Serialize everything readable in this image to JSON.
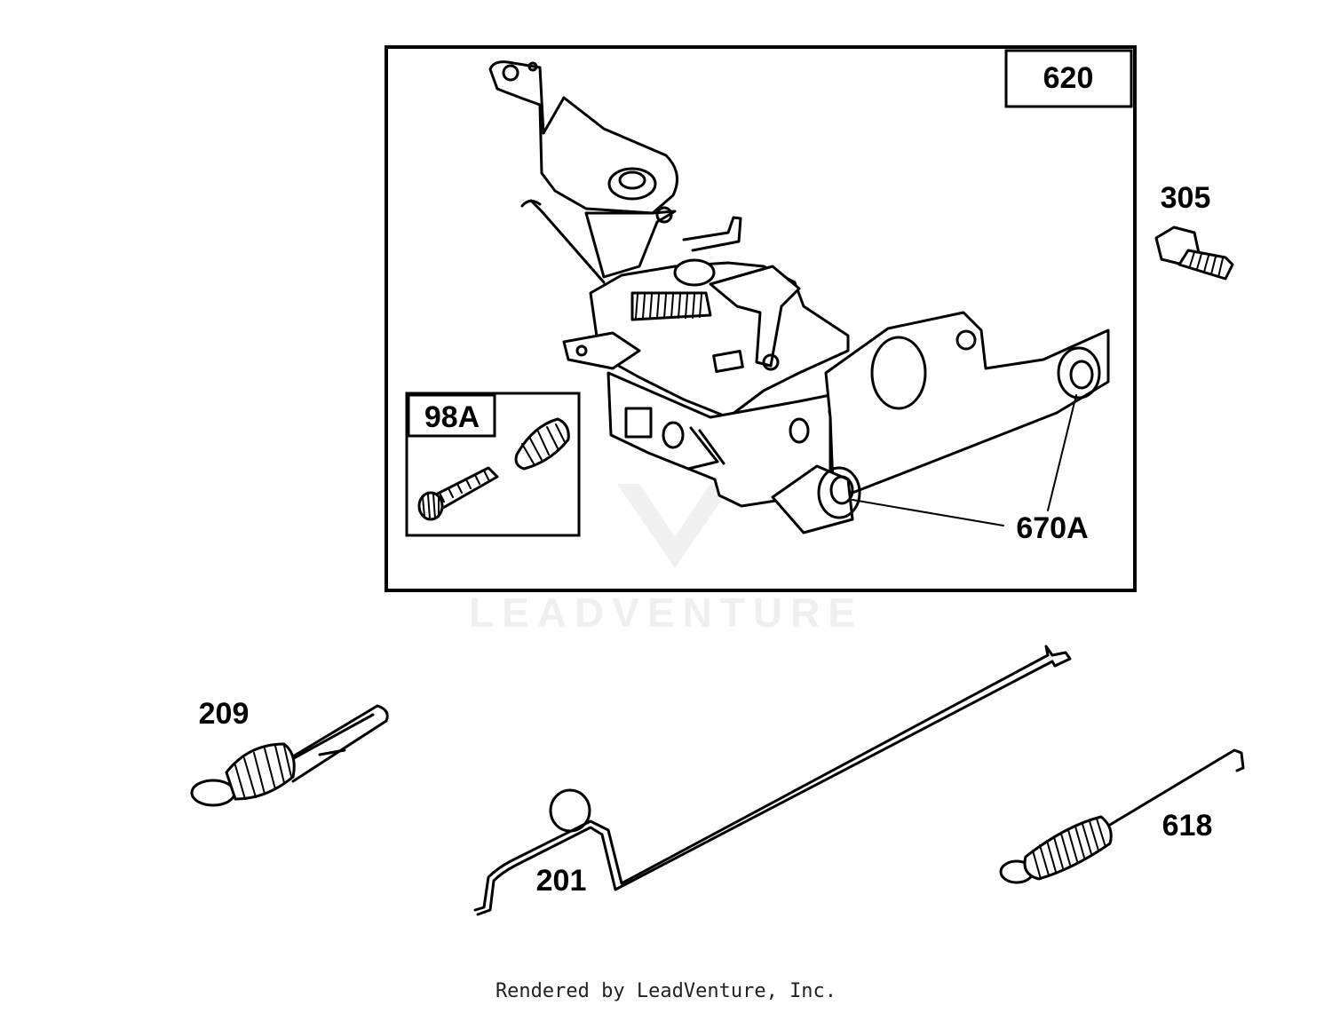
{
  "watermark": {
    "text": "LEADVENTURE"
  },
  "footer": {
    "text": "Rendered by LeadVenture, Inc."
  },
  "labels": {
    "p620": "620",
    "p305": "305",
    "p98a": "98A",
    "p670a": "670A",
    "p209": "209",
    "p201": "201",
    "p618": "618"
  }
}
